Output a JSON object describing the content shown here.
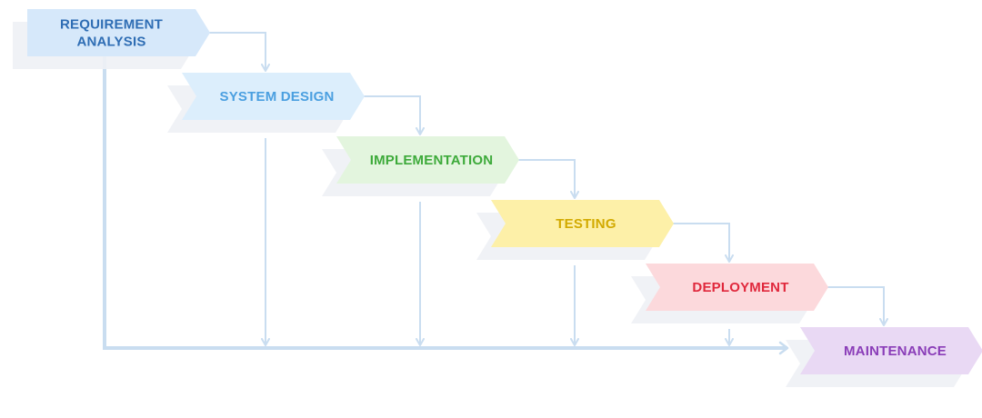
{
  "stages": [
    {
      "id": "requirement",
      "lines": [
        "REQUIREMENT",
        "ANALYSIS"
      ],
      "fill": "#D6E8FA",
      "text": "#2E6DB4"
    },
    {
      "id": "design",
      "lines": [
        "SYSTEM DESIGN"
      ],
      "fill": "#DCEEFC",
      "text": "#4A9FE0"
    },
    {
      "id": "implementation",
      "lines": [
        "IMPLEMENTATION"
      ],
      "fill": "#E3F5DE",
      "text": "#3DAA3A"
    },
    {
      "id": "testing",
      "lines": [
        "TESTING"
      ],
      "fill": "#FDF0A8",
      "text": "#D2AA00"
    },
    {
      "id": "deployment",
      "lines": [
        "DEPLOYMENT"
      ],
      "fill": "#FCD9DC",
      "text": "#E0283C"
    },
    {
      "id": "maintenance",
      "lines": [
        "MAINTENANCE"
      ],
      "fill": "#E9D9F4",
      "text": "#8A3DB8"
    }
  ],
  "colors": {
    "connector": "#C9DDF0",
    "shadow": "#EEF1F5"
  }
}
